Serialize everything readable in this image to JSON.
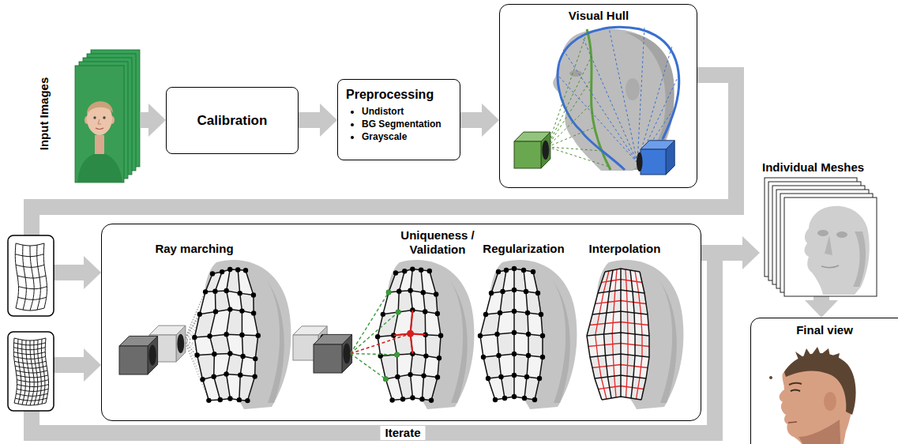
{
  "diagram": {
    "nodes": [
      {
        "text": [
          "Input Images"
        ]
      },
      {
        "text": [
          "Calibration"
        ]
      },
      {
        "text": [
          "Preprocessing",
          "Undistort",
          "BG Segmentation",
          "Grayscale"
        ]
      },
      {
        "text": [
          "Visual Hull"
        ]
      },
      {
        "text": [
          "Ray marching",
          "Uniqueness / Validation",
          "Regularization",
          "Interpolation"
        ]
      },
      {
        "text": [
          "Individual Meshes"
        ]
      },
      {
        "text": [
          "Final view"
        ]
      }
    ],
    "edges": [
      {
        "from": 0,
        "to": 1,
        "arrow": "to"
      },
      {
        "from": 1,
        "to": 2,
        "arrow": "to"
      },
      {
        "from": 2,
        "to": 3,
        "arrow": "to"
      },
      {
        "from": 3,
        "to": 4,
        "arrow": "to"
      },
      {
        "from": 4,
        "to": 5,
        "arrow": "to"
      },
      {
        "from": 5,
        "to": 6,
        "arrow": "to"
      }
    ],
    "labels": [
      "Iterate"
    ]
  }
}
